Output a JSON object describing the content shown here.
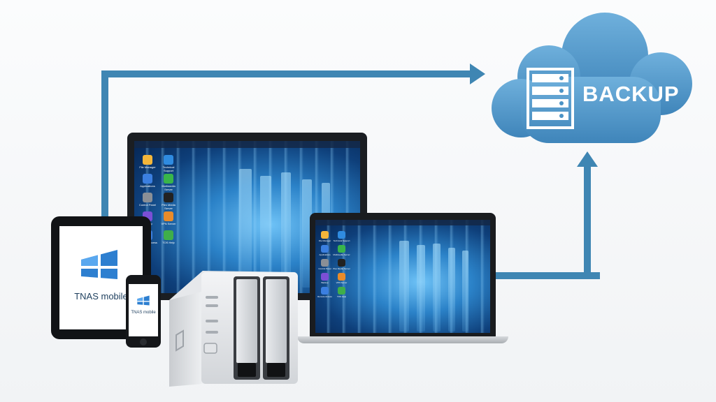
{
  "cloud": {
    "label": "BACKUP",
    "icon": "server-stack-icon",
    "fill": "#4b93c6"
  },
  "arrows": {
    "color": "#3f86b3"
  },
  "desktop_icons": [
    {
      "label": "File Manager",
      "icon": "folder-icon",
      "color": "#f4b63a"
    },
    {
      "label": "Technical Support",
      "icon": "headset-icon",
      "color": "#2f8be0"
    },
    {
      "label": "Applications",
      "icon": "apps-icon",
      "color": "#3b7fe0"
    },
    {
      "label": "Multimedia Server",
      "icon": "play-icon",
      "color": "#39b54a"
    },
    {
      "label": "Control Panel",
      "icon": "gear-icon",
      "color": "#8a8f96"
    },
    {
      "label": "Plex Media Server",
      "icon": "plex-icon",
      "color": "#222222"
    },
    {
      "label": "Backup",
      "icon": "backup-icon",
      "color": "#7b4fd6"
    },
    {
      "label": "VPN Server",
      "icon": "vpn-icon",
      "color": "#e88b2a"
    },
    {
      "label": "Remote Access",
      "icon": "t-icon",
      "color": "#3b7fe0"
    },
    {
      "label": "TOS Help",
      "icon": "help-icon",
      "color": "#3fae4a"
    }
  ],
  "tablet": {
    "app_name": "TNAS mobile"
  },
  "phone": {
    "app_name": "TNAS mobile"
  },
  "nas": {
    "bays": 2,
    "body_color": "#d9dcdf"
  }
}
